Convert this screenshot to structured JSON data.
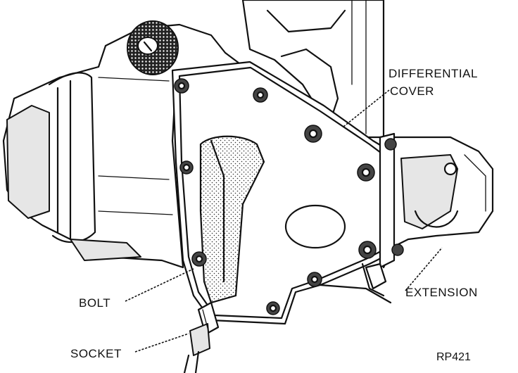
{
  "labels": {
    "differential_line1": "DIFFERENTIAL",
    "differential_line2": "COVER",
    "extension": "EXTENSION",
    "bolt": "BOLT",
    "socket": "SOCKET",
    "figure_code": "RP421"
  }
}
